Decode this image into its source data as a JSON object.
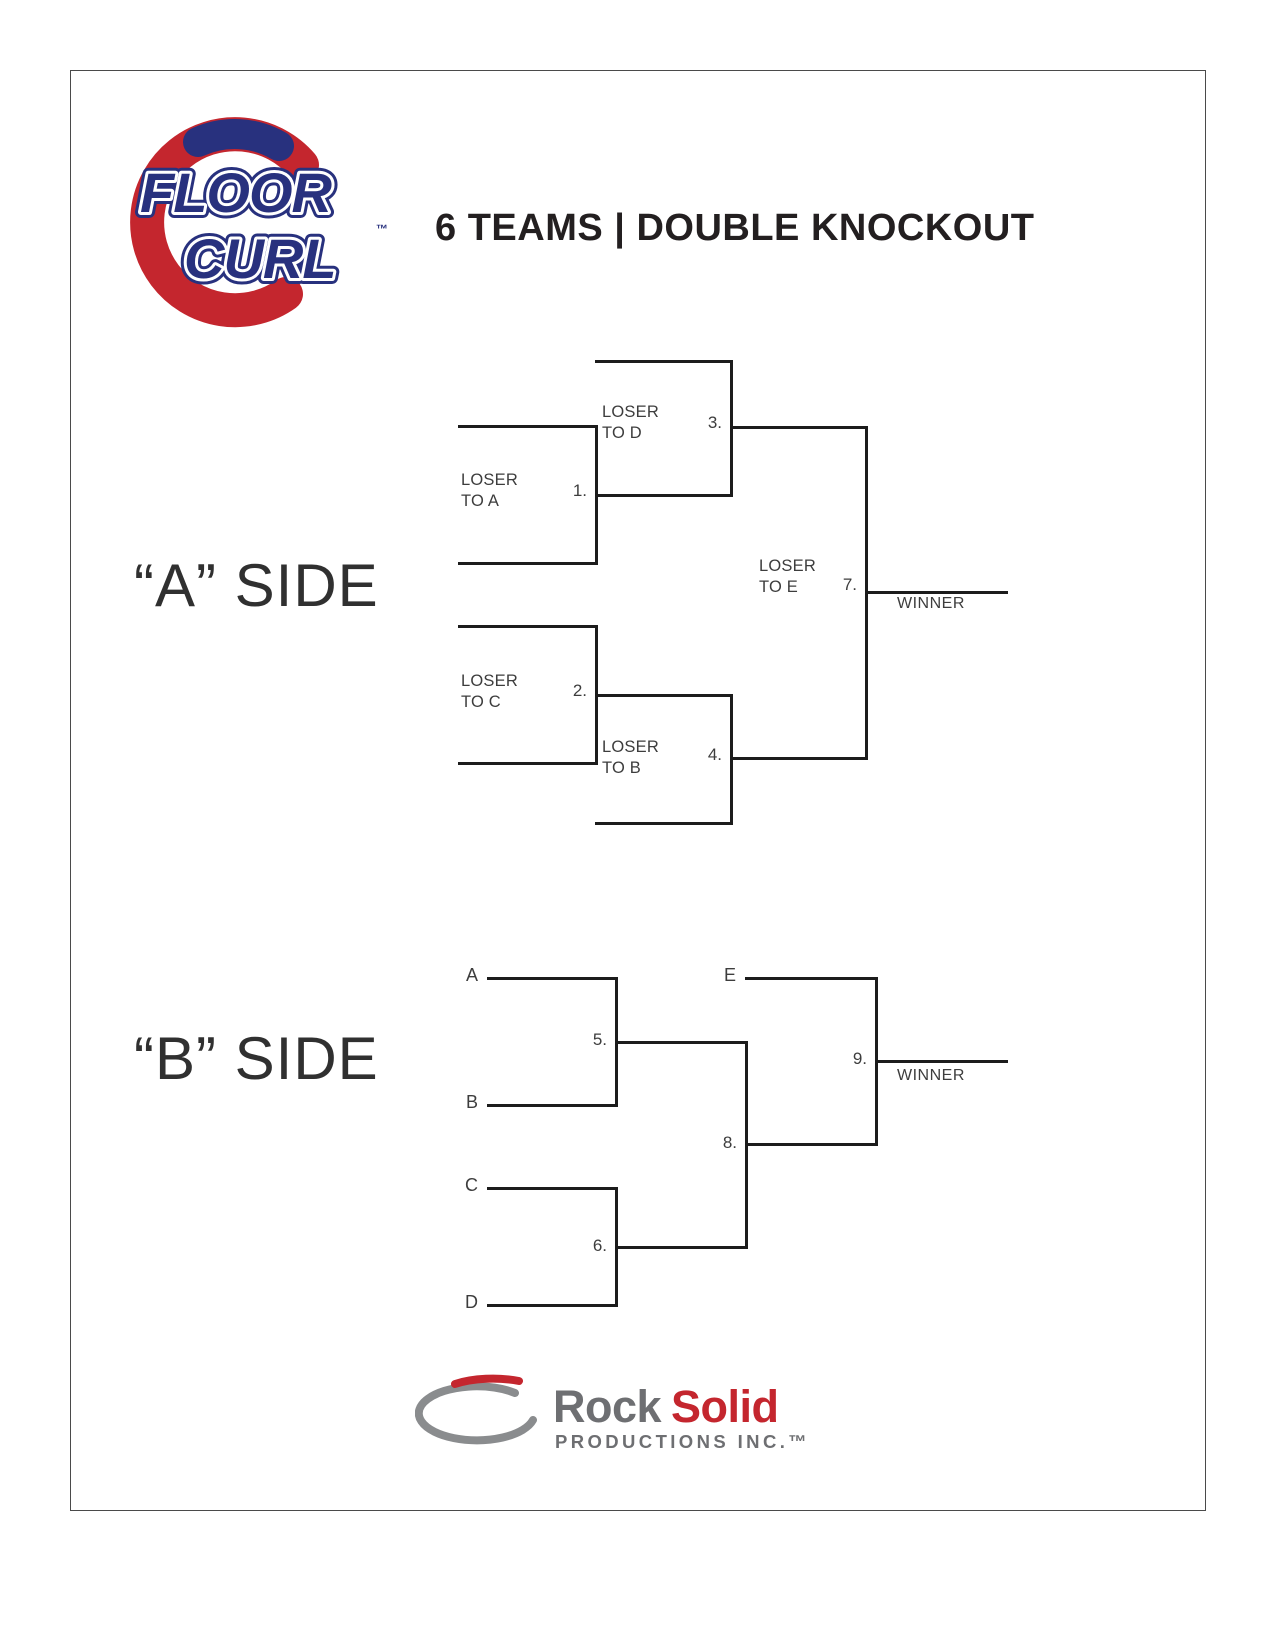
{
  "header": {
    "title": "6 TEAMS | DOUBLE KNOCKOUT",
    "logo": {
      "word1": "FLOOR",
      "word2": "CURL",
      "trademark": "™"
    }
  },
  "a_side": {
    "label": "“A” SIDE",
    "winner_label": "WINNER",
    "match1": {
      "number": "1.",
      "loser_line1": "LOSER",
      "loser_line2": "TO A"
    },
    "match2": {
      "number": "2.",
      "loser_line1": "LOSER",
      "loser_line2": "TO C"
    },
    "match3": {
      "number": "3.",
      "loser_line1": "LOSER",
      "loser_line2": "TO D"
    },
    "match4": {
      "number": "4.",
      "loser_line1": "LOSER",
      "loser_line2": "TO B"
    },
    "match7": {
      "number": "7.",
      "loser_line1": "LOSER",
      "loser_line2": "TO E"
    }
  },
  "b_side": {
    "label": "“B” SIDE",
    "winner_label": "WINNER",
    "teams": {
      "a": "A",
      "b": "B",
      "c": "C",
      "d": "D",
      "e": "E"
    },
    "match5": {
      "number": "5."
    },
    "match6": {
      "number": "6."
    },
    "match8": {
      "number": "8."
    },
    "match9": {
      "number": "9."
    }
  },
  "footer": {
    "brand_word1": "Rock",
    "brand_word2": "Solid",
    "brand_subtitle": "PRODUCTIONS INC.™"
  },
  "colors": {
    "bracket_line": "#1c1c1c",
    "logo_red": "#c4262e",
    "logo_navy": "#28317e",
    "brand_gray": "#6e6f72"
  }
}
